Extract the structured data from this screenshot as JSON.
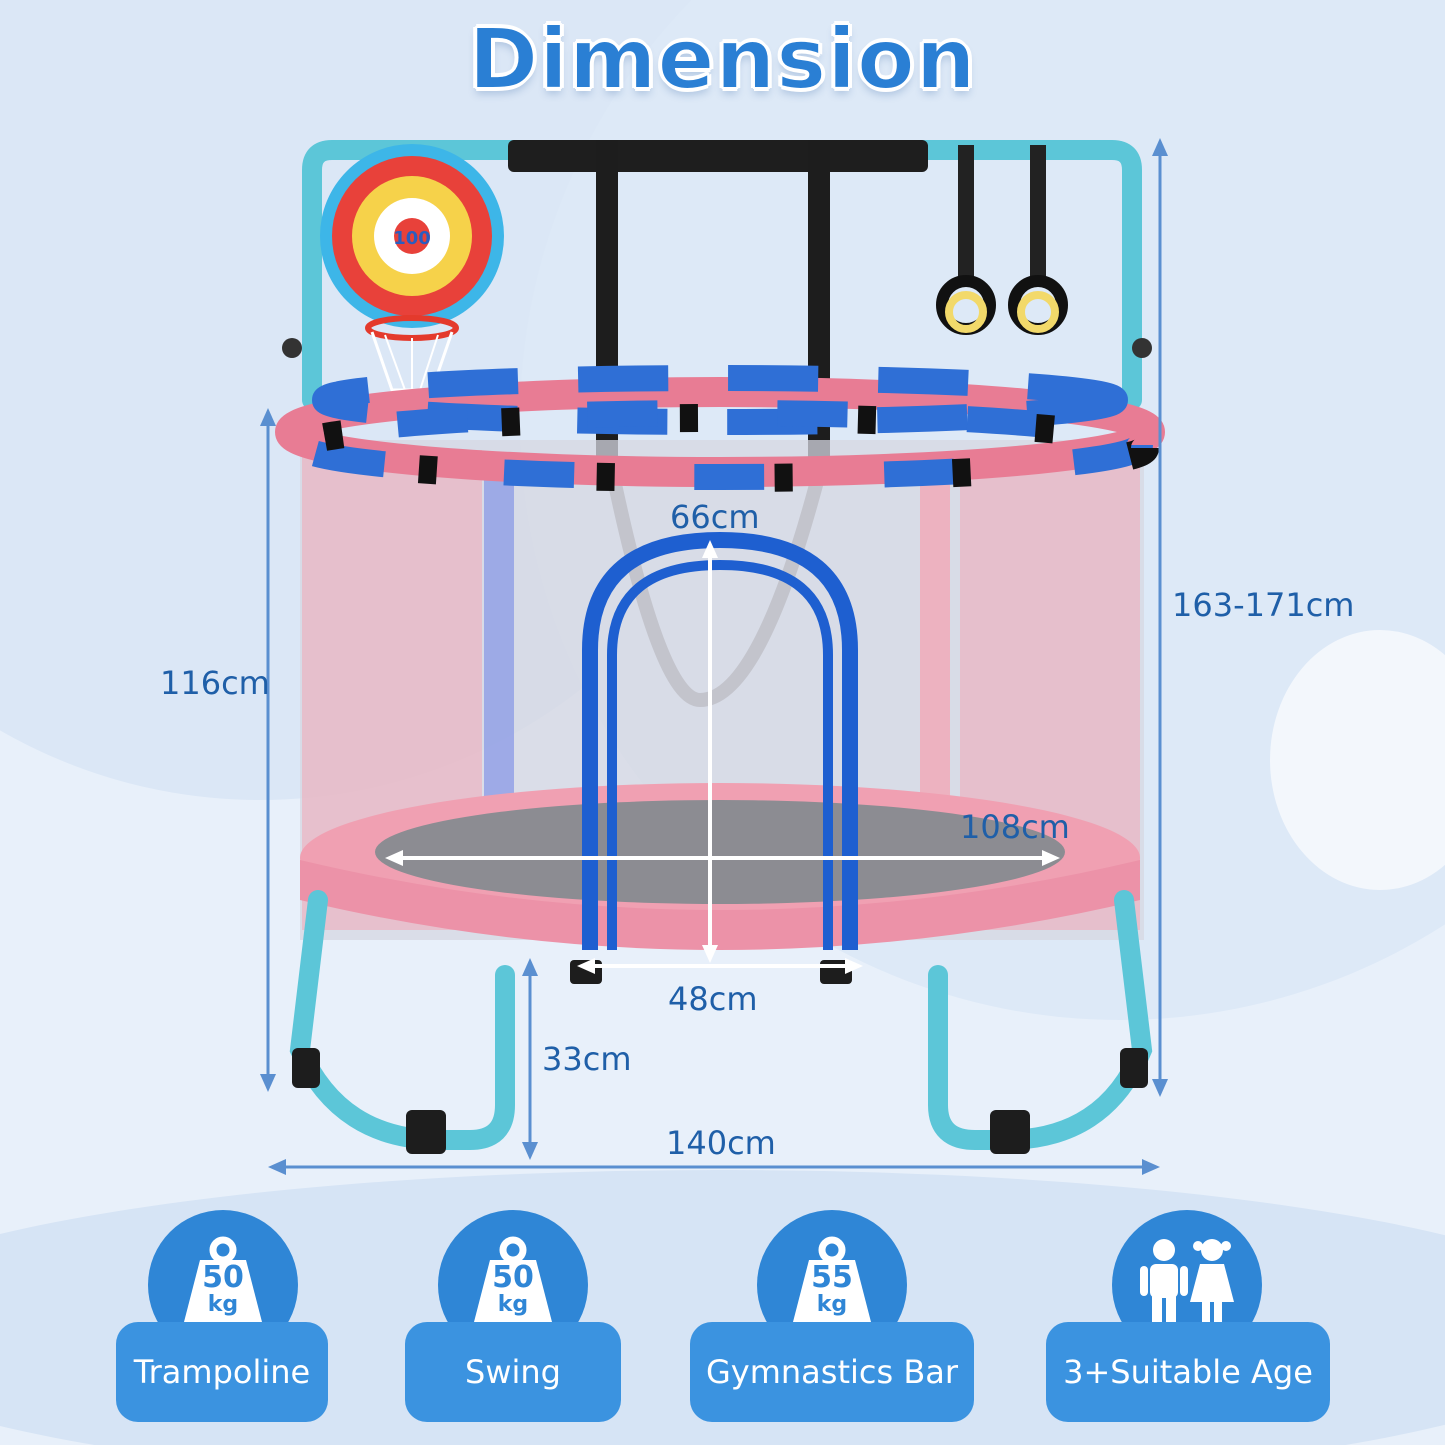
{
  "title": "Dimension",
  "dimensions": {
    "total_height": "163-171cm",
    "net_height": "116cm",
    "door_height": "66cm",
    "mat_diameter": "108cm",
    "door_width": "48cm",
    "leg_height": "33cm",
    "base_width": "140cm"
  },
  "badges": [
    {
      "weight_value": "50",
      "weight_unit": "kg",
      "label": "Trampoline",
      "icon": "weight-icon"
    },
    {
      "weight_value": "50",
      "weight_unit": "kg",
      "label": "Swing",
      "icon": "weight-icon"
    },
    {
      "weight_value": "55",
      "weight_unit": "kg",
      "label": "Gymnastics Bar",
      "icon": "weight-icon"
    },
    {
      "label": "3+Suitable Age",
      "icon": "children-icon"
    }
  ],
  "dartboard_center": "100",
  "colors": {
    "accent_blue": "#2f86d6",
    "text_blue": "#1f5fa8",
    "frame_teal": "#5cc6d8",
    "padding_pink": "#e87c94",
    "padding_blue": "#2f6fd6",
    "background": "#e8f0fa"
  }
}
